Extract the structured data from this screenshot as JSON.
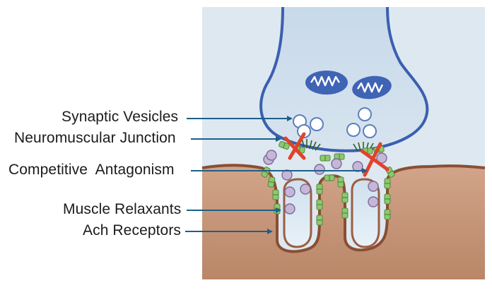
{
  "labels": {
    "synaptic_vesicles": "Synaptic Vesicles",
    "neuromuscular_junction": "Neuromuscular Junction",
    "competitive_antagonism": "Competitive  Antagonism",
    "muscle_relaxants": "Muscle Relaxants",
    "ach_receptors": "Ach Receptors"
  },
  "colors": {
    "background_panel": "#dde8f1",
    "axon_outline": "#3b5fb0",
    "muscle_fill": "#c99a7e",
    "muscle_edge": "#8a4e33",
    "fold_lumen": "#d4e3ef",
    "receptor_green": "#8ec86e",
    "relaxant_purple": "#c6b6d8",
    "blocker_red": "#e2422a",
    "arrow_teal": "#1d5f87"
  },
  "icons": [
    "mitochondrion-icon",
    "vesicle-icon",
    "receptor-icon",
    "relaxant-molecule-icon",
    "block-x-icon"
  ]
}
